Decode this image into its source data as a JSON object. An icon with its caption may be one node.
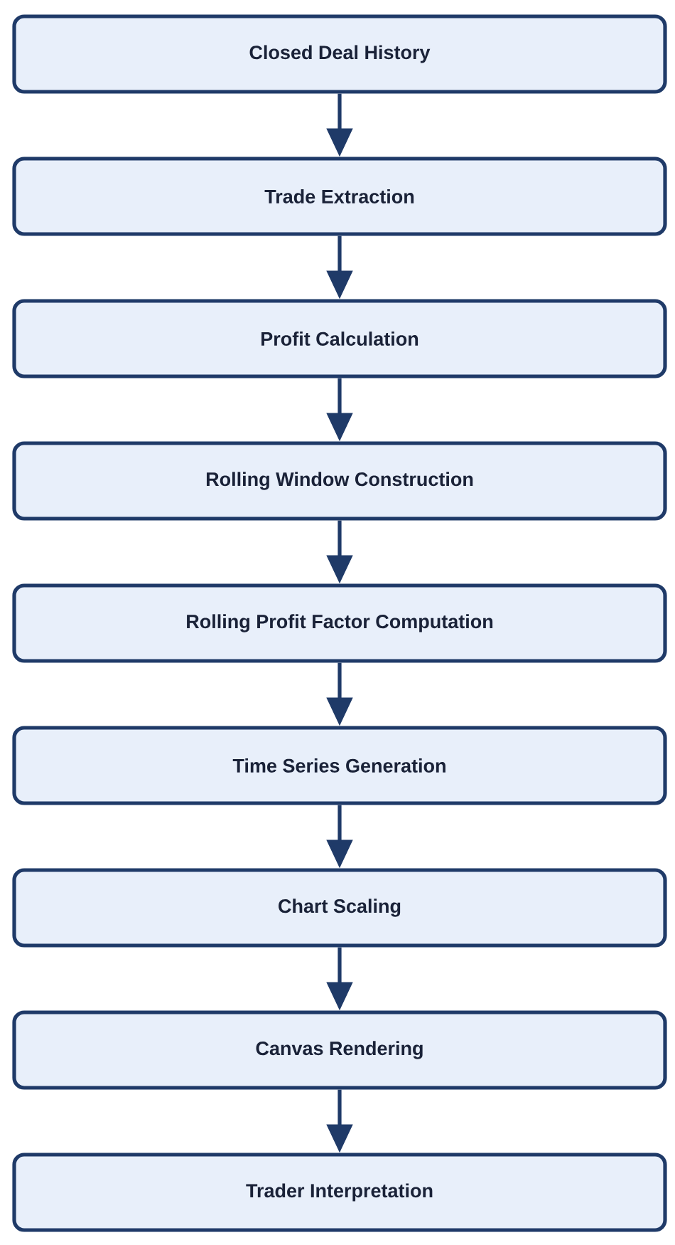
{
  "diagram": {
    "nodes": [
      {
        "text": [
          "Closed Deal History"
        ]
      },
      {
        "text": [
          "Trade Extraction"
        ]
      },
      {
        "text": [
          "Profit Calculation"
        ]
      },
      {
        "text": [
          "Rolling Window Construction"
        ]
      },
      {
        "text": [
          "Rolling Profit Factor Computation"
        ]
      },
      {
        "text": [
          "Time Series Generation"
        ]
      },
      {
        "text": [
          "Chart Scaling"
        ]
      },
      {
        "text": [
          "Canvas Rendering"
        ]
      },
      {
        "text": [
          "Trader Interpretation"
        ]
      }
    ],
    "edges": [
      {
        "from": 0,
        "to": 1,
        "arrow": "to"
      },
      {
        "from": 1,
        "to": 2,
        "arrow": "to"
      },
      {
        "from": 2,
        "to": 3,
        "arrow": "to"
      },
      {
        "from": 3,
        "to": 4,
        "arrow": "to"
      },
      {
        "from": 4,
        "to": 5,
        "arrow": "to"
      },
      {
        "from": 5,
        "to": 6,
        "arrow": "to"
      },
      {
        "from": 6,
        "to": 7,
        "arrow": "to"
      },
      {
        "from": 7,
        "to": 8,
        "arrow": "to"
      }
    ]
  }
}
